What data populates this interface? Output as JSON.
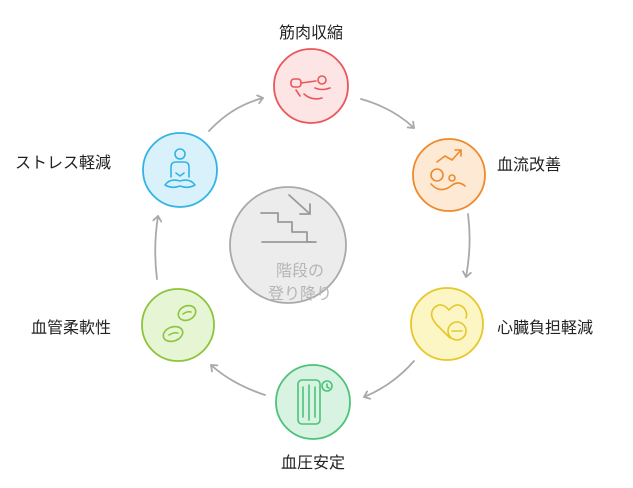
{
  "center": {
    "line1": "階段の",
    "line2": "登り降り",
    "icon": "stairs-down-icon"
  },
  "nodes": [
    {
      "id": "muscle",
      "label": "筋肉収縮",
      "icon": "muscle-contraction-icon",
      "stroke": "#e8575a",
      "fill": "#fde5e5"
    },
    {
      "id": "blood-flow",
      "label": "血流改善",
      "icon": "blood-flow-chart-icon",
      "stroke": "#ef8a2c",
      "fill": "#fde9d4"
    },
    {
      "id": "heart",
      "label": "心臓負担軽減",
      "icon": "heart-minus-icon",
      "stroke": "#e6c72a",
      "fill": "#fcf6c4"
    },
    {
      "id": "pressure",
      "label": "血圧安定",
      "icon": "blood-pressure-gauge-icon",
      "stroke": "#4cc279",
      "fill": "#d8f3e2"
    },
    {
      "id": "vessel",
      "label": "血管柔軟性",
      "icon": "blood-cells-icon",
      "stroke": "#8cc43c",
      "fill": "#e6f5d3"
    },
    {
      "id": "stress",
      "label": "ストレス軽減",
      "icon": "meditation-icon",
      "stroke": "#33b3e6",
      "fill": "#d9f1fb"
    }
  ],
  "colors": {
    "arrow": "#a9a9a9",
    "center_stroke": "#a9a9a9",
    "center_fill": "#ececec",
    "text": "#222222",
    "center_text": "#b5b5b5"
  }
}
